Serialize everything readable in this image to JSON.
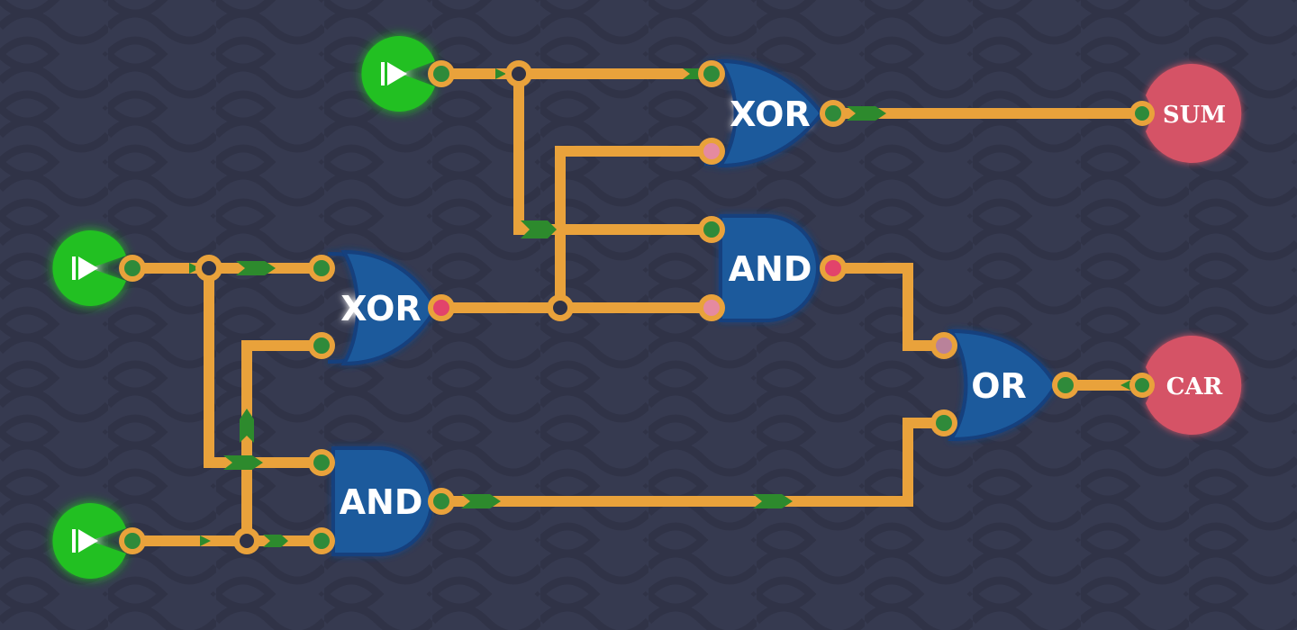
{
  "colors": {
    "background": "#363a50",
    "wave": "#2f3246",
    "wire": "#e9a23b",
    "signal_arrow": "#2d8a2d",
    "gate_fill": "#1f5a9c",
    "gate_stroke": "#123f7d",
    "input_on": "#22c022",
    "output": "#d55366",
    "pin_on": "#2f8a3a",
    "pin_off": "#e2436b",
    "pin_mixed": "#e58aa0",
    "junction": "#2f3246"
  },
  "icons": {
    "input": "play-icon"
  },
  "inputs": [
    {
      "id": "in-a",
      "state": "on"
    },
    {
      "id": "in-b",
      "state": "on"
    },
    {
      "id": "in-c",
      "state": "on"
    }
  ],
  "gates": [
    {
      "id": "xor-1",
      "label": "XOR"
    },
    {
      "id": "and-1",
      "label": "AND"
    },
    {
      "id": "xor-2",
      "label": "XOR"
    },
    {
      "id": "and-2",
      "label": "AND"
    },
    {
      "id": "or-1",
      "label": "OR"
    }
  ],
  "outputs": [
    {
      "id": "sum",
      "label": "SUM"
    },
    {
      "id": "carry",
      "label": "CAR"
    }
  ]
}
